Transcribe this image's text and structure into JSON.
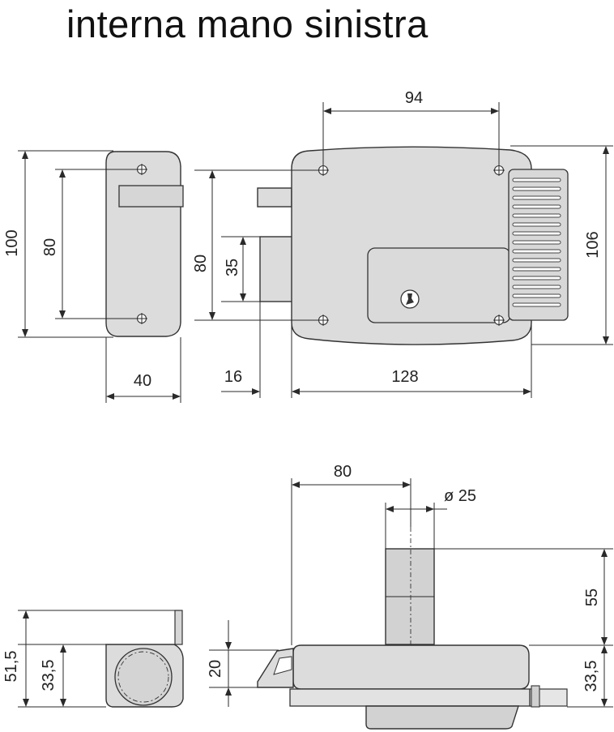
{
  "title": "interna mano sinistra",
  "dimensions": {
    "side_height": "100",
    "side_holes": "80",
    "side_width": "40",
    "front_holes_v": "80",
    "front_bolt": "35",
    "front_offset": "16",
    "front_length": "128",
    "front_holes_h": "94",
    "front_height": "106",
    "plan_depth_total": "51,5",
    "plan_depth_left": "33,5",
    "plan_backset": "80",
    "plan_cylinder": "ø 25",
    "plan_projection": "55",
    "plan_bolt": "20",
    "plan_depth_right": "33,5"
  },
  "colors": {
    "body_fill": "#dcdcdc",
    "line": "#2a2a2a"
  }
}
